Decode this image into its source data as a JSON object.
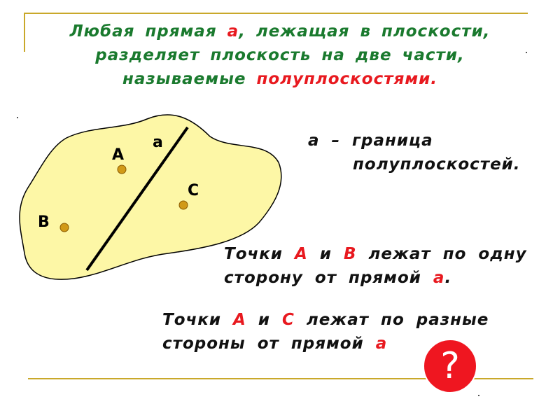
{
  "title": {
    "line1_a": "Любая прямая ",
    "line1_var": "а",
    "line1_b": ", лежащая в плоскости,",
    "line2": "разделяет плоскость на две части,",
    "line3_a": "называемые ",
    "line3_term": "полуплоскостями."
  },
  "diagram": {
    "line_label": "a",
    "points": [
      {
        "label": "A"
      },
      {
        "label": "C"
      },
      {
        "label": "B"
      }
    ]
  },
  "boundary": {
    "line1": "а – граница",
    "line2": "полуплоскостей."
  },
  "statement1": {
    "p1": "Точки ",
    "A": "А",
    "and": " и ",
    "B": "В",
    "p2": " лежат по одну",
    "l2a": "сторону от прямой ",
    "var": "а",
    "end": "."
  },
  "statement2": {
    "p1": "Точки ",
    "A": "А",
    "and": " и ",
    "C": "С",
    "p2": " лежат по разные",
    "l2a": "стороны от прямой ",
    "var": "а"
  },
  "question_button": "?",
  "colors": {
    "green_text": "#1a7a2e",
    "red_text": "#e8191f",
    "region_fill": "#fdf7a6",
    "point_fill": "#d19a17",
    "frame": "#c9a82a",
    "button": "#ef1620"
  }
}
